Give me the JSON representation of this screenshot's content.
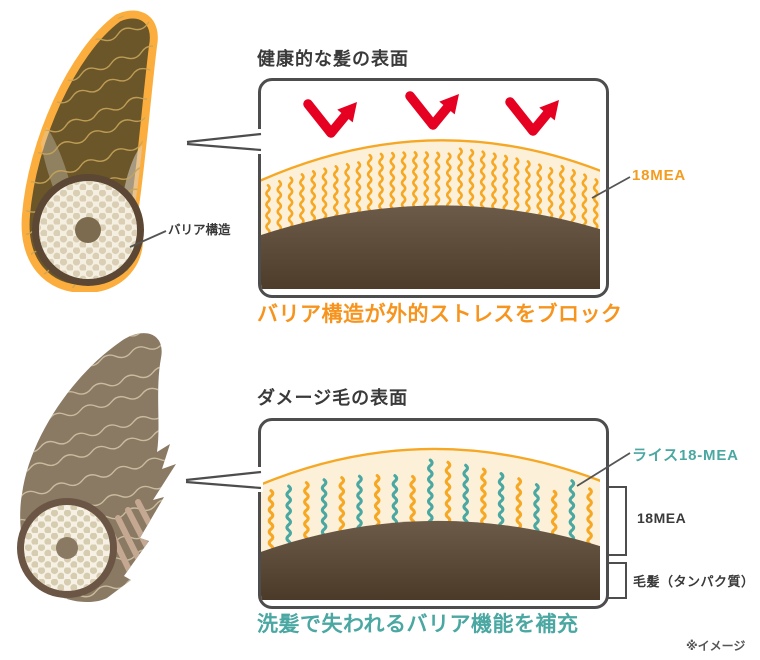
{
  "colors": {
    "background": "#FFFFFF",
    "box_border": "#4D4D4D",
    "cream_layer": "#FCF1D8",
    "orange_line": "#F6A724",
    "orange_caption": "#F7941E",
    "orange_label": "#F49C1F",
    "teal": "#4AA7A2",
    "red_arrow": "#E60021",
    "text_dark": "#3A3A3A",
    "cortex_top": "#6D5B49",
    "cortex_bottom": "#4C3A29"
  },
  "healthy": {
    "title": "健康的な髪の表面",
    "hair_callout_label": "バリア構造",
    "layer_label": "18MEA",
    "caption": "バリア構造が外的ストレスをブロック",
    "stress_arrows": 3,
    "squiggles": {
      "count": 30,
      "colors": [
        "#F6A724"
      ]
    }
  },
  "damaged": {
    "title": "ダメージ毛の表面",
    "layer_label": "ライス18-MEA",
    "bracket_labels": [
      "18MEA",
      "毛髪（タンパク質）"
    ],
    "caption": "洗髪で失われるバリア機能を補充",
    "squiggles": {
      "count": 19,
      "colors": [
        "#F6A724",
        "#4AA7A2"
      ]
    }
  },
  "footnote": "※イメージ"
}
